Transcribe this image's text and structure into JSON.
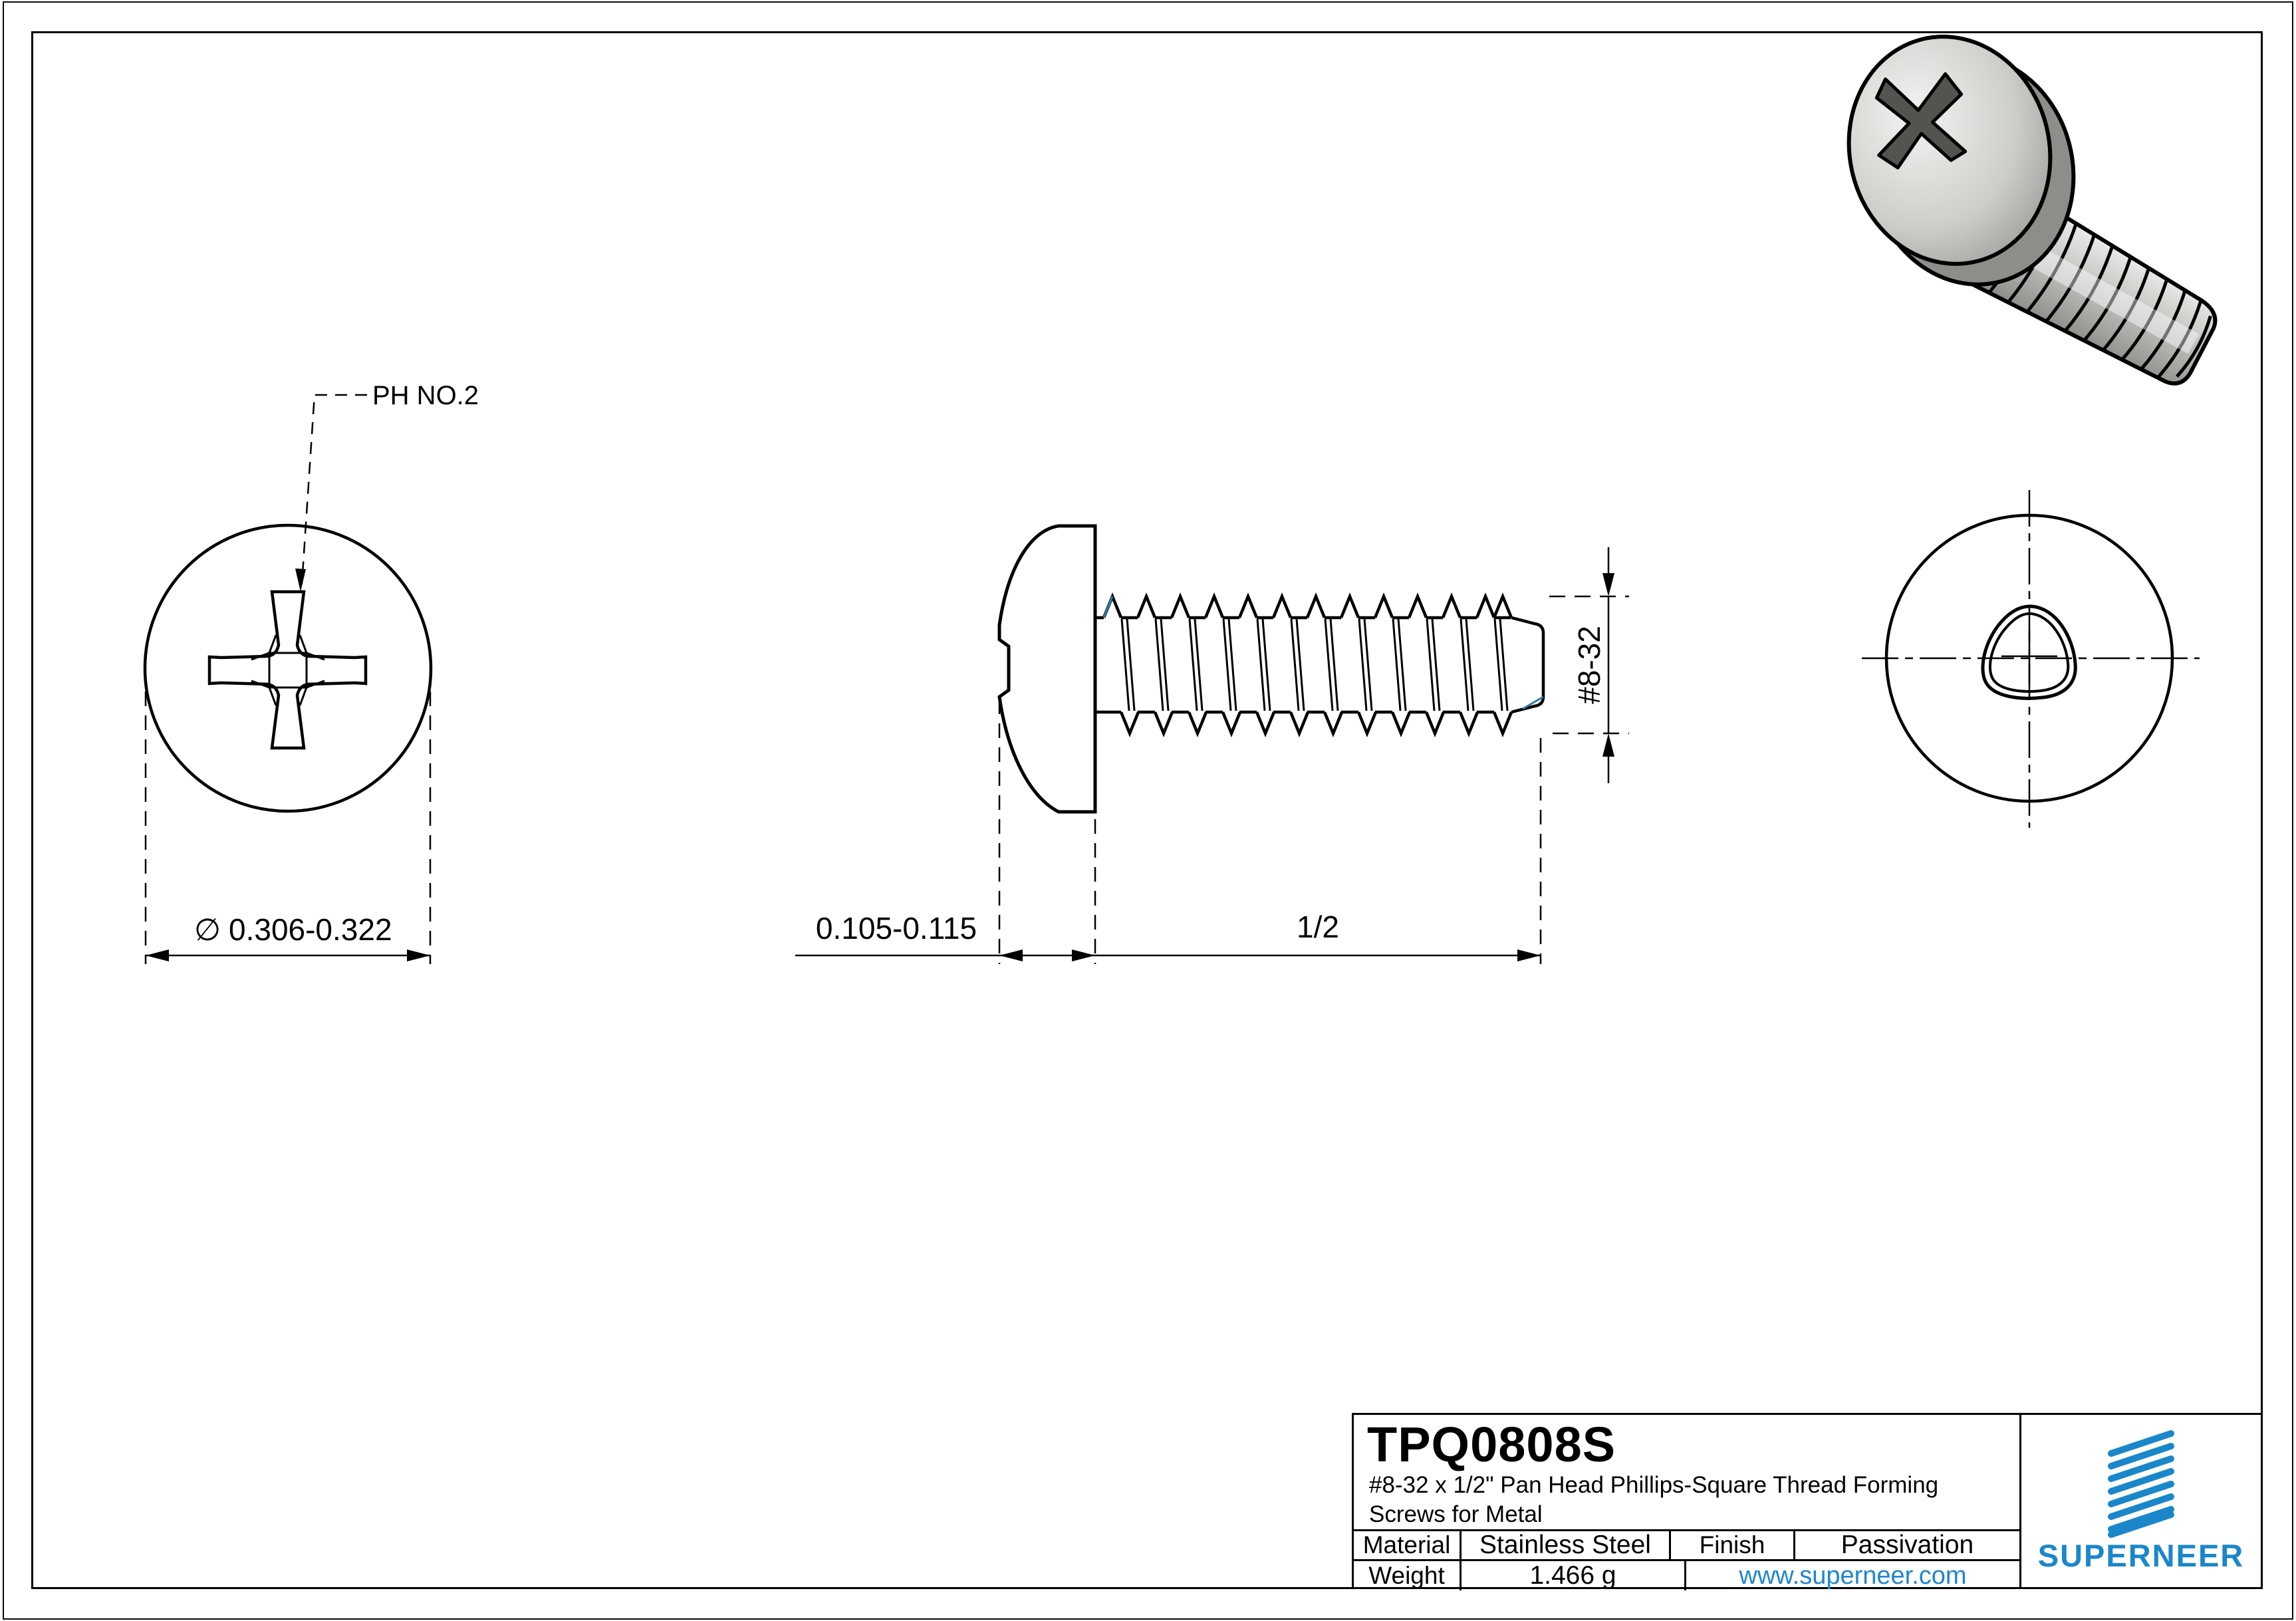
{
  "views": {
    "front": {
      "drive_label": "PH NO.2",
      "dia_symbol": "∅",
      "dia_value": "0.306-0.322"
    },
    "side": {
      "head_height": "0.105-0.115",
      "length": "1/2",
      "thread_size": "#8-32"
    }
  },
  "title_block": {
    "part_number": "TPQ0808S",
    "description_line1": "#8-32 x 1/2\" Pan Head Phillips-Square Thread Forming",
    "description_line2": "Screws for Metal",
    "material_label": "Material",
    "material_value": "Stainless Steel",
    "finish_label": "Finish",
    "finish_value": "Passivation",
    "weight_label": "Weight",
    "weight_value": "1.466 g",
    "website": "www.superneer.com",
    "brand": "SUPERNEER"
  },
  "colors": {
    "brand_blue": "#1a87cb",
    "link_blue": "#1e86d0",
    "accent_teal": "#2e7da5",
    "line_black": "#000000"
  }
}
